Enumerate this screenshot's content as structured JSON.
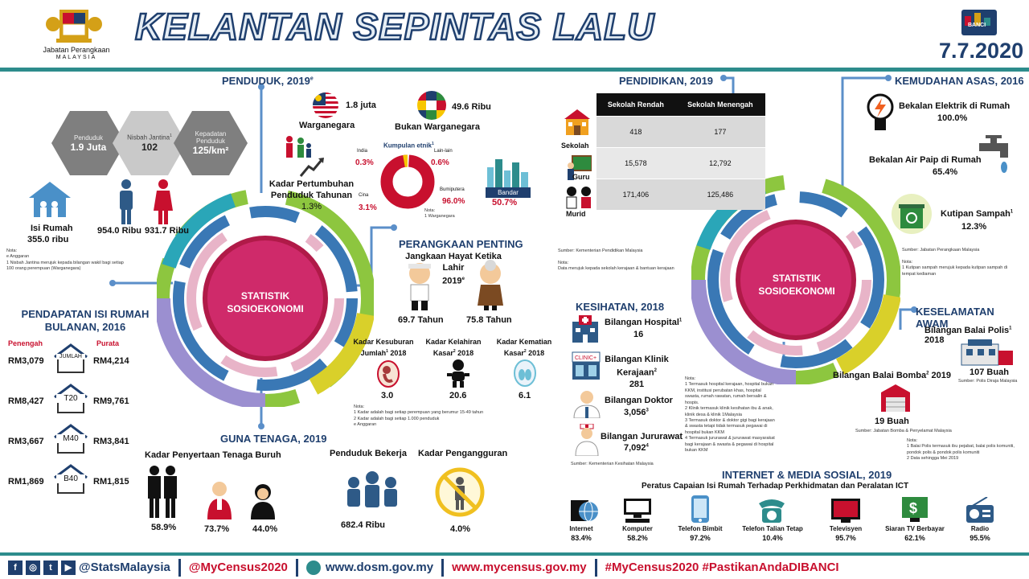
{
  "header": {
    "org_line1": "Jabatan Perangkaan",
    "org_line2": "MALAYSIA",
    "title": "KELANTAN SEPINTAS LALU",
    "date": "7.7.2020",
    "census_logo_text": "BANCI"
  },
  "penduduk": {
    "title": "PENDUDUK, 2019",
    "title_sup": "e",
    "hex1_label": "Penduduk",
    "hex1_value": "1.9 Juta",
    "hex2_label": "Nisbah Jantina",
    "hex2_sup": "1",
    "hex2_value": "102",
    "hex3_label": "Kepadatan Penduduk",
    "hex3_value": "125/km²",
    "male": "954.0 Ribu",
    "female": "931.7 Ribu",
    "house_label": "Isi Rumah",
    "house_value": "355.0 ribu",
    "citizen_value": "1.8 juta",
    "citizen_label": "Warganegara",
    "noncitizen_value": "49.6 Ribu",
    "noncitizen_label": "Bukan Warganegara",
    "growth_label1": "Kadar Pertumbuhan",
    "growth_label2": "Penduduk Tahunan",
    "growth_value": "1.3%",
    "urban_label": "Bandar",
    "urban_value": "50.7%",
    "notes": [
      "Nota:",
      "e Anggaran",
      "1 Nisbah Jantina merujuk kepada bilangan wakil bagi setiap",
      "100  orang perempuan (Warganegara)"
    ]
  },
  "etnik": {
    "title": "Kumpulan etnik",
    "title_sup": "1",
    "india_label": "India",
    "india_value": "0.3%",
    "lain_label": "Lain-lain",
    "lain_value": "0.6%",
    "cina_label": "Cina",
    "cina_value": "3.1%",
    "bumi_label": "Bumiputera",
    "bumi_value": "96.0%",
    "note1": "Nota:",
    "note2": "1 Warganegara"
  },
  "pendapatan": {
    "title1": "PENDAPATAN ISI RUMAH",
    "title2": "BULANAN, 2016",
    "median_header": "Penengah",
    "mean_header": "Purata",
    "rows": [
      {
        "group": "JUMLAH",
        "median": "RM3,079",
        "mean": "RM4,214"
      },
      {
        "group": "T20",
        "median": "RM8,427",
        "mean": "RM9,761"
      },
      {
        "group": "M40",
        "median": "RM3,667",
        "mean": "RM3,841"
      },
      {
        "group": "B40",
        "median": "RM1,869",
        "mean": "RM1,815"
      }
    ]
  },
  "centre": {
    "line1": "STATISTIK",
    "line2": "SOSIOEKONOMI"
  },
  "perangkaan": {
    "title": "PERANGKAAN PENTING",
    "life_label": "Jangkaan Hayat Ketika Lahir",
    "life_year": "2019",
    "life_sup": "e",
    "male_life": "69.7 Tahun",
    "female_life": "75.8 Tahun",
    "fert_label1": "Kadar Kesuburan",
    "fert_label2": "Jumlah",
    "fert_sup": "1",
    "fert_year": " 2018",
    "fert_value": "3.0",
    "birth_label1": "Kadar Kelahiran",
    "birth_label2": "Kasar",
    "birth_sup": "2",
    "birth_year": " 2018",
    "birth_value": "20.6",
    "death_label1": "Kadar Kematian",
    "death_label2": "Kasar",
    "death_sup": "2",
    "death_year": " 2018",
    "death_value": "6.1",
    "notes": [
      "Nota:",
      "1 Kadar adalah bagi setiap perempuan yang berumur 15-49 tahun",
      "2 Kadar adalah bagi setiap 1.000 penduduk",
      "e Anggaran"
    ]
  },
  "guna_tenaga": {
    "title": "GUNA TENAGA, 2019",
    "lfpr_label": "Kadar Penyertaan Tenaga Buruh",
    "lfpr_total": "58.9%",
    "lfpr_male": "73.7%",
    "lfpr_female": "44.0%",
    "employed_label": "Penduduk Bekerja",
    "employed_value": "682.4 Ribu",
    "unemp_label": "Kadar Pengangguran",
    "unemp_value": "4.0%"
  },
  "pendidikan": {
    "title": "PENDIDIKAN, 2019",
    "col1": "Sekolah Rendah",
    "col2": "Sekolah Menengah",
    "rows": [
      {
        "label": "Sekolah",
        "v1": "418",
        "v2": "177"
      },
      {
        "label": "Guru",
        "v1": "15,578",
        "v2": "12,792"
      },
      {
        "label": "Murid",
        "v1": "171,406",
        "v2": "125,486"
      }
    ],
    "source": "Sumber: Kementerian Pendidikan Malaysia",
    "note1": "Nota:",
    "note2": "Data merujuk kepada sekolah kerajaan & bantuan kerajaan"
  },
  "kemudahan": {
    "title": "KEMUDAHAN ASAS, 2016",
    "elec_label": "Bekalan Elektrik di Rumah",
    "elec_value": "100.0%",
    "water_label": "Bekalan Air Paip di Rumah",
    "water_value": "65.4%",
    "waste_label": "Kutipan Sampah",
    "waste_sup": "1",
    "waste_value": "12.3%",
    "source": "Sumber: Jabatan Perangkaan Malaysia",
    "note1": "Nota:",
    "note2": "1 Kutipan sampah merujuk kepada kutipan sampah di",
    "note3": "tempat kediaman"
  },
  "kesihatan": {
    "title": "KESIHATAN, 2018",
    "hosp_label": "Bilangan Hospital",
    "hosp_sup": "1",
    "hosp_value": "16",
    "clinic_label1": "Bilangan Klinik",
    "clinic_label2": "Kerajaan",
    "clinic_sup": "2",
    "clinic_value": "281",
    "doctor_label": "Bilangan Doktor",
    "doctor_value": "3,056",
    "doctor_sup": "3",
    "nurse_label": "Bilangan Jururawat",
    "nurse_value": "7,092",
    "nurse_sup": "4",
    "source": "Sumber: Kementerian Kesihatan Malaysia",
    "notes": [
      "Nota:",
      "1 Termasuk hospital kerajaan, hospital bukan",
      "KKM, institusi perubatan khas, hospital",
      "swasta, rumah rawatan, rumah bersalin &",
      "hospis.",
      "2 Klinik termasuk klinik kesihatan ibu & anak,",
      "klinik desa & klinik 1Malaysia",
      "3 Termasuk doktor & doktor gigi bagi kerajaan",
      "& swasta tetapi tidak termasuk pegawai di",
      "hospital bukan KKM",
      "4 Termasuk jururawat & jururawat masyarakat",
      "bagi kerajaan & swasta & pegawai di hospital",
      "bukan KKM"
    ]
  },
  "keselamatan": {
    "title": "KESELAMATAN AWAM",
    "police_label": "Bilangan Balai Polis",
    "police_sup": "1",
    "police_year": " 2018",
    "police_value": "107 Buah",
    "police_source": "Sumber: Polis Diraja Malaysia",
    "fire_label": "Bilangan Balai Bomba",
    "fire_sup": "2",
    "fire_year": " 2019",
    "fire_value": "19 Buah",
    "fire_source": "Sumber: Jabatan Bomba & Penyelamat Malaysia",
    "notes": [
      "Nota:",
      "1 Balai Polis termasuk ibu pejabat, balai polis komuniti,",
      "pondok polis & pondok polis komuniti",
      "2 Data sehingga Mei 2019"
    ]
  },
  "internet": {
    "title": "INTERNET & MEDIA SOSIAL, 2019",
    "subtitle": "Peratus Capaian Isi Rumah Terhadap Perkhidmatan dan Peralatan ICT",
    "items": [
      {
        "label": "Internet",
        "value": "83.4%"
      },
      {
        "label": "Komputer",
        "value": "58.2%"
      },
      {
        "label": "Telefon Bimbit",
        "value": "97.2%"
      },
      {
        "label": "Telefon Talian Tetap",
        "value": "10.4%"
      },
      {
        "label": "Televisyen",
        "value": "95.7%"
      },
      {
        "label": "Siaran TV Berbayar",
        "value": "62.1%"
      },
      {
        "label": "Radio",
        "value": "95.5%"
      }
    ]
  },
  "footer": {
    "social": "@StatsMalaysia",
    "census": "@MyCensus2020",
    "site1": "www.dosm.gov.my",
    "site2": "www.mycensus.gov.my",
    "tags": "#MyCensus2020 #PastikanAndaDIBANCI"
  },
  "colors": {
    "navy": "#1f3f6e",
    "teal": "#2d8c8c",
    "red": "#c8102e",
    "hex": "#7f7f7f"
  }
}
